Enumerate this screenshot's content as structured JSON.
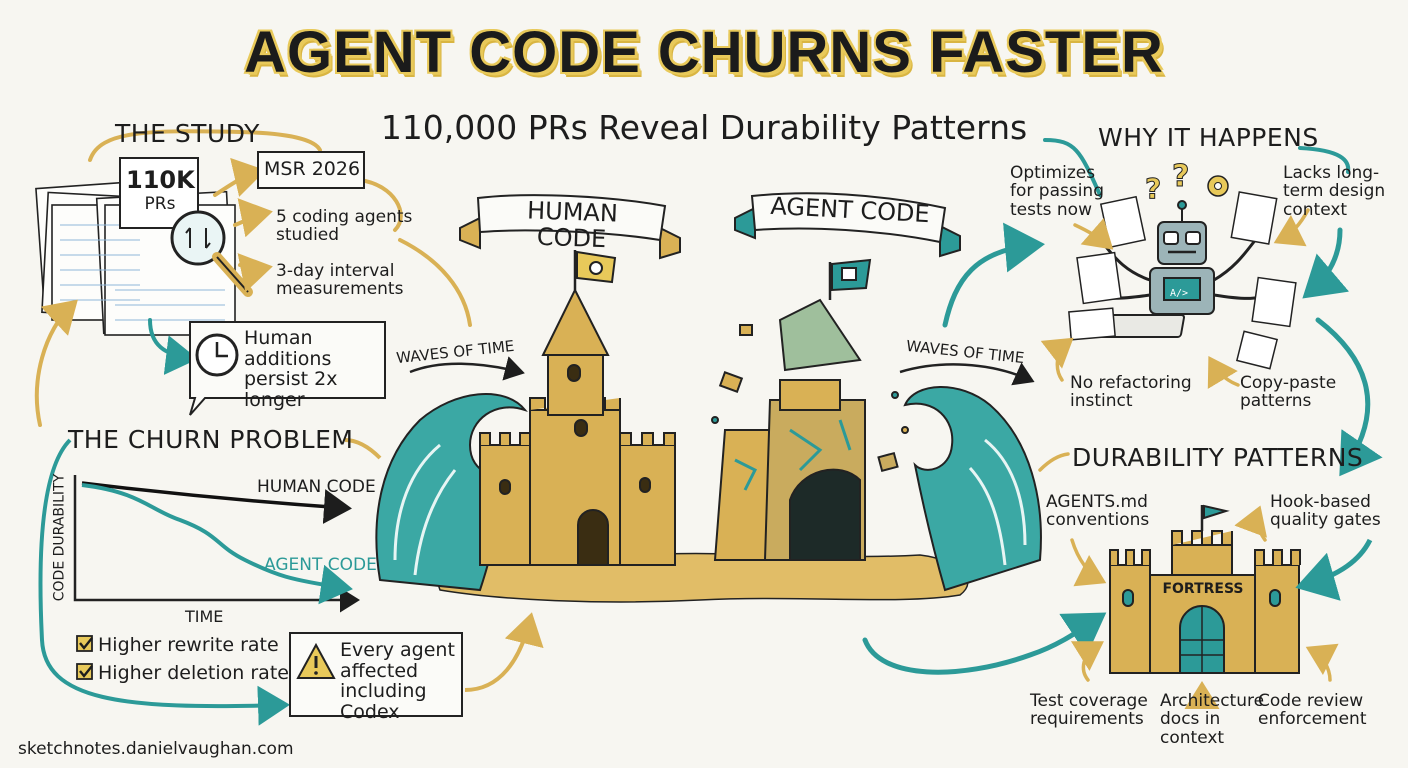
{
  "title": "AGENT CODE CHURNS FASTER",
  "subtitle": "110,000 PRs Reveal Durability Patterns",
  "study": {
    "header": "THE STUDY",
    "badge": "110K",
    "badge_sub": "PRs",
    "items": [
      "MSR 2026",
      "5 coding agents studied",
      "3-day interval measurements"
    ],
    "callout": "Human additions persist 2x longer"
  },
  "churn": {
    "header": "THE CHURN PROBLEM",
    "ylabel": "CODE DURABILITY",
    "xlabel": "TIME",
    "human_label": "HUMAN CODE",
    "agent_label": "AGENT CODE",
    "checks": [
      "Higher rewrite rate",
      "Higher deletion rate"
    ],
    "warning": "Every agent affected including Codex"
  },
  "center": {
    "human_banner": "HUMAN CODE",
    "agent_banner": "AGENT CODE",
    "waves_left": "WAVES OF TIME",
    "waves_right": "WAVES OF TIME"
  },
  "why": {
    "header": "WHY IT HAPPENS",
    "reasons": [
      "Optimizes for passing tests now",
      "Lacks long-term design context",
      "No refactoring instinct",
      "Copy-paste patterns"
    ]
  },
  "durability": {
    "header": "DURABILITY PATTERNS",
    "fortress_label": "FORTRESS",
    "patterns": [
      "AGENTS.md conventions",
      "Hook-based quality gates",
      "Test coverage requirements",
      "Architecture docs in context",
      "Code review enforcement"
    ]
  },
  "footer": "sketchnotes.danielvaughan.com",
  "colors": {
    "sand": "#d9b155",
    "teal": "#2c9a98",
    "ink": "#1d1d1d",
    "gold": "#e8c95a"
  }
}
